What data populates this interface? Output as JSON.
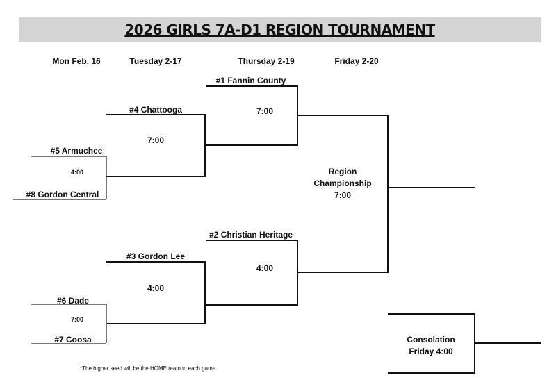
{
  "title": "2026 GIRLS 7A-D1 REGION TOURNAMENT",
  "days": [
    "Mon Feb. 16",
    "Tuesday 2-17",
    "Thursday 2-19",
    "Friday 2-20"
  ],
  "teams": {
    "armuchee": "#5 Armuchee",
    "gordon_central": "#8 Gordon Central",
    "chattooga": "#4 Chattooga",
    "fannin": "#1 Fannin County",
    "christian_heritage": "#2 Christian Heritage",
    "gordon_lee": "#3 Gordon Lee",
    "dade": "#6 Dade",
    "coosa": "#7 Coosa"
  },
  "times": {
    "game_5_8": "4:00",
    "game_4": "7:00",
    "game_1": "7:00",
    "game_2": "4:00",
    "game_3": "4:00",
    "game_6_7": "7:00"
  },
  "championship": {
    "line1": "Region",
    "line2": "Championship",
    "time": "7:00"
  },
  "consolation": {
    "line1": "Consolation",
    "line2": "Friday 4:00"
  },
  "footnote": "*The higher seed will be the HOME team in each game."
}
